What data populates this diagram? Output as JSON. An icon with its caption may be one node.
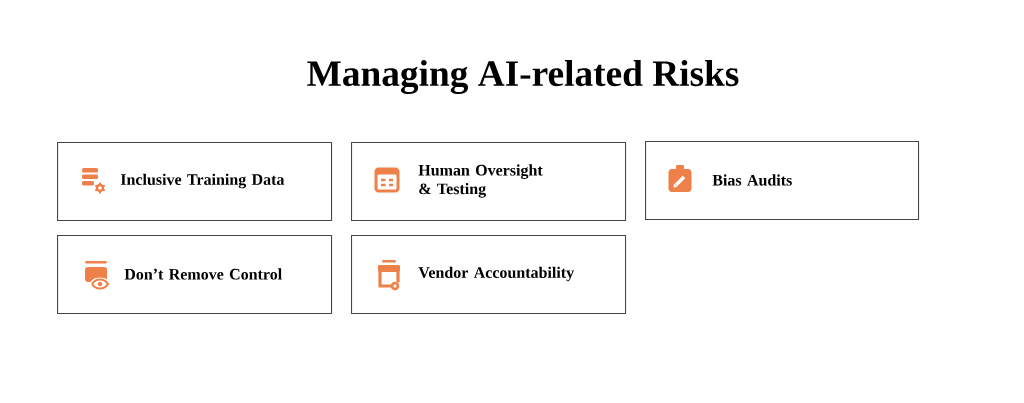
{
  "diagram": {
    "title": "Managing AI-related Risks",
    "nodes": [
      {
        "text": [
          "Inclusive Training Data"
        ]
      },
      {
        "text": [
          "Human Oversight & Testing"
        ]
      },
      {
        "text": [
          "Bias Audits"
        ]
      },
      {
        "text": [
          "Don’t Remove Control"
        ]
      },
      {
        "text": [
          "Vendor Accountability"
        ]
      }
    ]
  }
}
